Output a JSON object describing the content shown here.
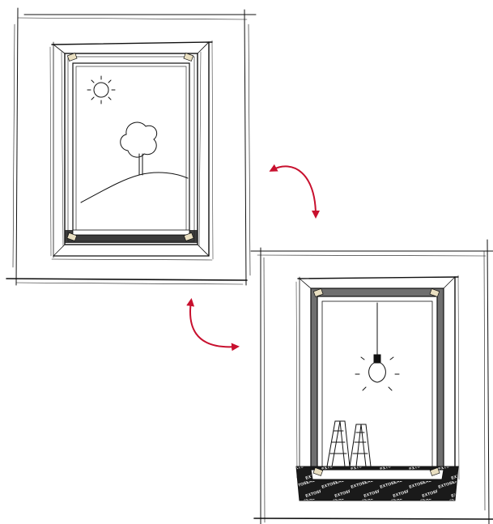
{
  "panels": [
    {
      "scene": "exterior",
      "sky_icon": "sun-icon",
      "landscape_icons": [
        "tree-icon",
        "hill-icon"
      ]
    },
    {
      "scene": "interior",
      "icons": [
        "light-bulb-icon",
        "ladder-icon"
      ],
      "membrane_label": "EXTOSEAL"
    }
  ],
  "arrows": [
    {
      "name": "arrow-top-right",
      "meaning": "view switch"
    },
    {
      "name": "arrow-bottom-left",
      "meaning": "view switch"
    }
  ],
  "colors": {
    "line": "#111111",
    "arrow": "#c8102e",
    "tape": "#e9dfc1",
    "membrane": "#1a1a1a",
    "frame_gray": "#7a7a7a"
  }
}
